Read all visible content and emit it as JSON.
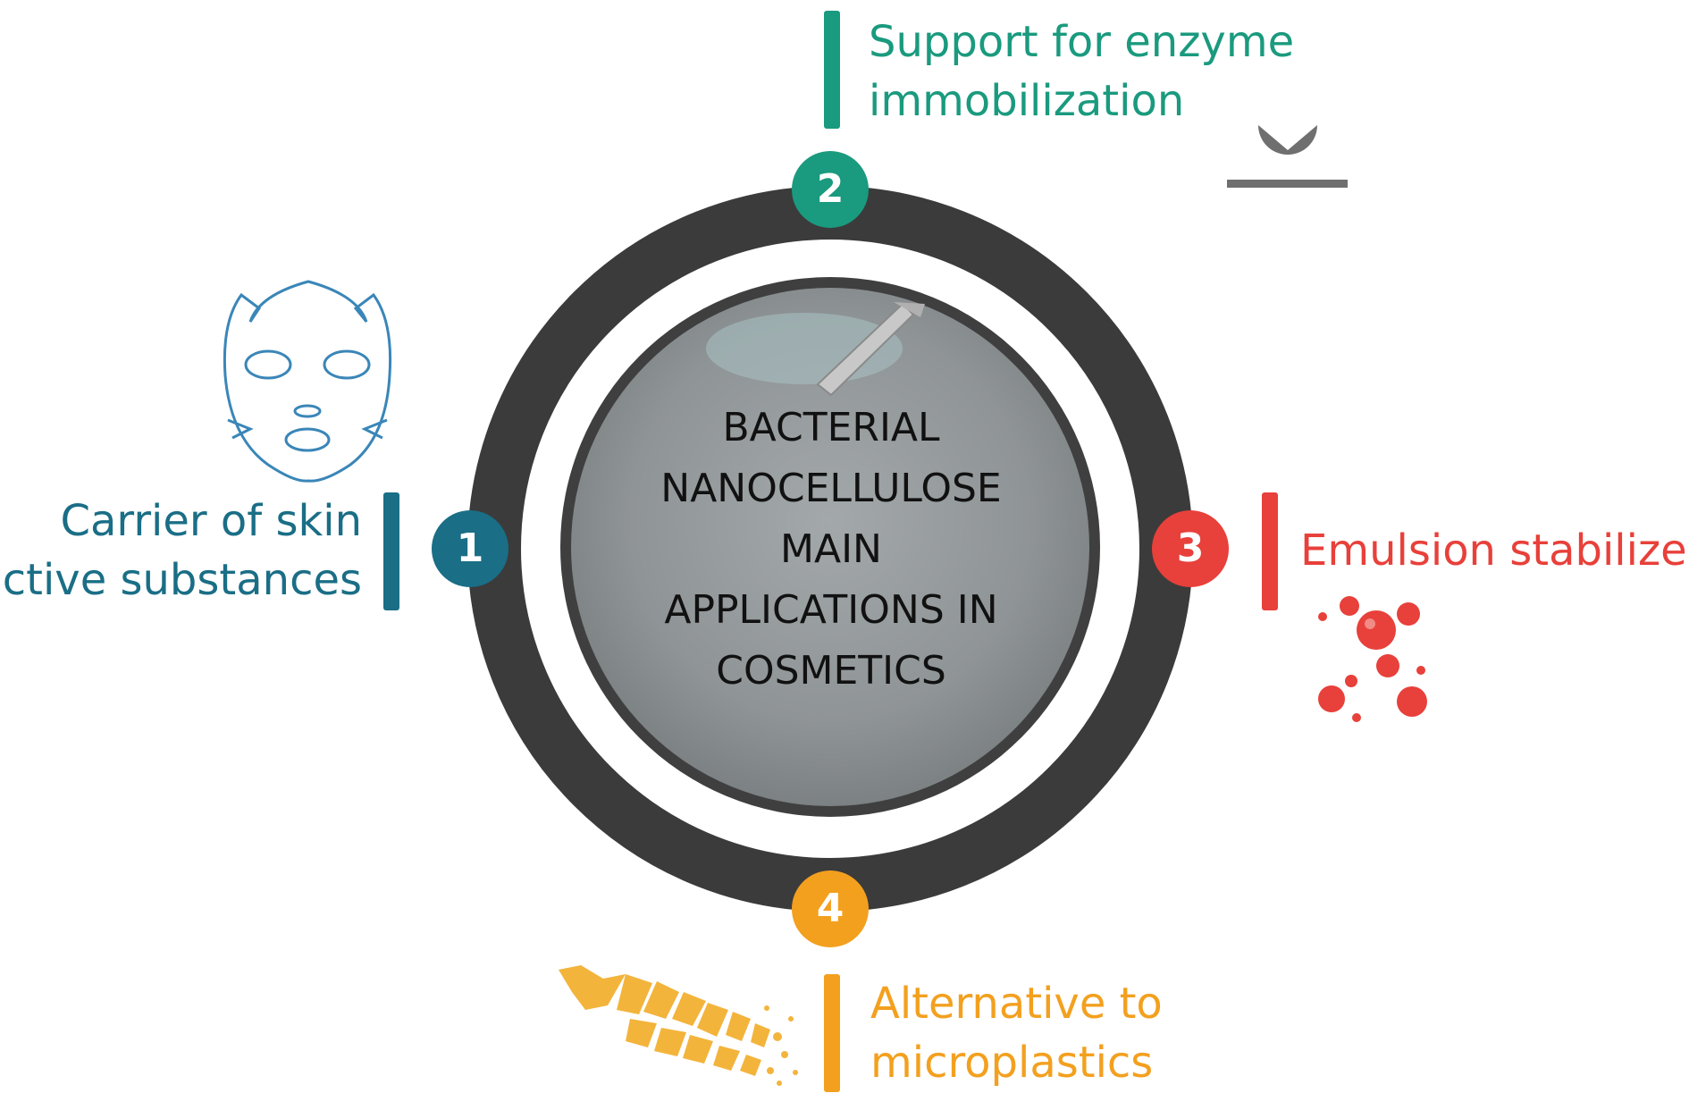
{
  "center": {
    "lines": [
      "BACTERIAL",
      "NANOCELLULOSE",
      "MAIN",
      "APPLICATIONS IN",
      "COSMETICS"
    ]
  },
  "applications": [
    {
      "number": "1",
      "lines": [
        "Carrier of skin",
        "active substances"
      ],
      "color": "#1a6e86",
      "icon": "face-mask-icon"
    },
    {
      "number": "2",
      "lines": [
        "Support for enzyme",
        "immobilization"
      ],
      "color": "#1a9a7e",
      "icon": "enzyme-immobilization-icon"
    },
    {
      "number": "3",
      "lines": [
        "Emulsion stabilizer"
      ],
      "color": "#e8403a",
      "icon": "emulsion-droplets-icon"
    },
    {
      "number": "4",
      "lines": [
        "Alternative to",
        "microplastics"
      ],
      "color": "#f3a01f",
      "icon": "broken-bottle-icon"
    }
  ],
  "colors": {
    "ring": "#3b3b3b",
    "dish": "#8f9496",
    "enzyme_icon": "#6f6f6f"
  }
}
